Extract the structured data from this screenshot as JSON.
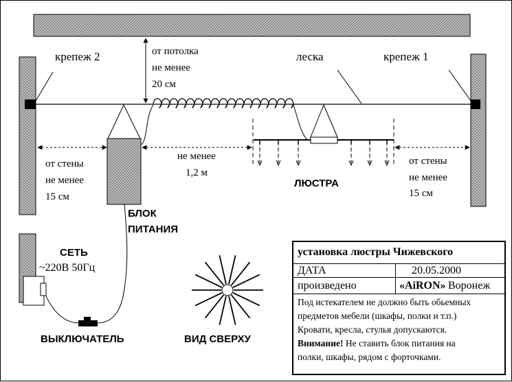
{
  "labels": {
    "mount2": "крепеж 2",
    "mount1": "крепеж 1",
    "ceiling_gap": [
      "от потолка",
      "не менее",
      "20 см"
    ],
    "line": "леска",
    "wall_left": [
      "от стены",
      "не менее",
      "15 см"
    ],
    "min_dist": [
      "не менее",
      "1,2 м"
    ],
    "chandelier": "ЛЮСТРА",
    "wall_right": [
      "от стены",
      "не менее",
      "15 см"
    ],
    "power_block": [
      "БЛОК",
      "ПИТАНИЯ"
    ],
    "network": [
      "СЕТЬ",
      "~220В 50Гц"
    ],
    "switch": "ВЫКЛЮЧАТЕЛЬ",
    "top_view": "ВИД СВЕРХУ"
  },
  "title_block": {
    "title": "установка люстры Чижевского",
    "date_label": "ДАТА",
    "date_value": "20.05.2000",
    "made_label": "произведено",
    "made_brand": "«AiRON»",
    "made_city": "Воронеж",
    "note_lines": [
      "Под истекателем не должно быть обьемных",
      "предметов мебели (шкафы, полки и т.п.)",
      "Кровати, кресла, стулья допускаются."
    ],
    "warning_label": "Внимание!",
    "warning_rest": "Не ставить блок питания на",
    "warning_line2": "полки, шкафы, рядом с форточками."
  }
}
